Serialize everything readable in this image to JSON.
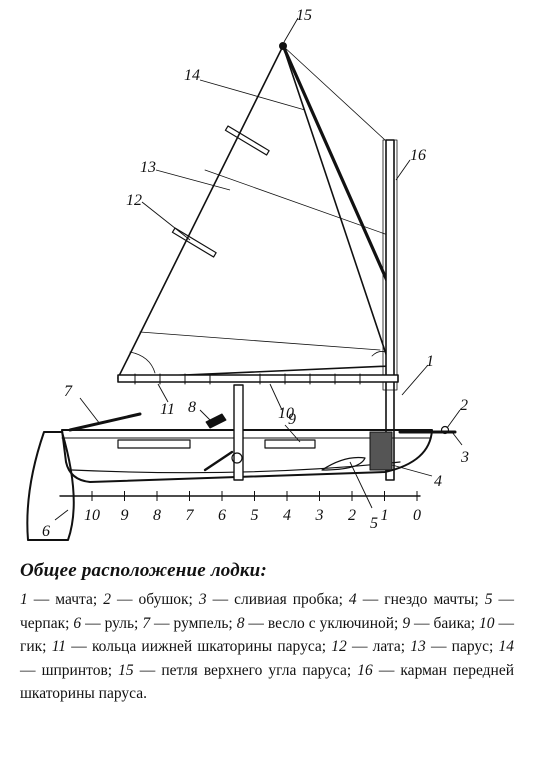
{
  "diagram": {
    "callouts": [
      "1",
      "2",
      "3",
      "4",
      "5",
      "6",
      "7",
      "8",
      "9",
      "10",
      "11",
      "12",
      "13",
      "14",
      "15",
      "16"
    ],
    "scale_ticks": [
      "10",
      "9",
      "8",
      "7",
      "6",
      "5",
      "4",
      "3",
      "2",
      "1",
      "0"
    ]
  },
  "caption": {
    "title": "Общее расположение лодки:",
    "items": [
      {
        "num": "1",
        "text": "мачта;"
      },
      {
        "num": "2",
        "text": "обушок;"
      },
      {
        "num": "3",
        "text": "сливиая пробка;"
      },
      {
        "num": "4",
        "text": "гнездо мачты;"
      },
      {
        "num": "5",
        "text": "черпак;"
      },
      {
        "num": "6",
        "text": "руль;"
      },
      {
        "num": "7",
        "text": "румпель;"
      },
      {
        "num": "8",
        "text": "весло с уключиной;"
      },
      {
        "num": "9",
        "text": "баика;"
      },
      {
        "num": "10",
        "text": "гик;"
      },
      {
        "num": "11",
        "text": "кольца иижней шкаторины паруса;"
      },
      {
        "num": "12",
        "text": "лата;"
      },
      {
        "num": "13",
        "text": "парус;"
      },
      {
        "num": "14",
        "text": "шпринтов;"
      },
      {
        "num": "15",
        "text": "петля верхнего угла паруса;"
      },
      {
        "num": "16",
        "text": "карман передней шкаторины паруса."
      }
    ]
  }
}
